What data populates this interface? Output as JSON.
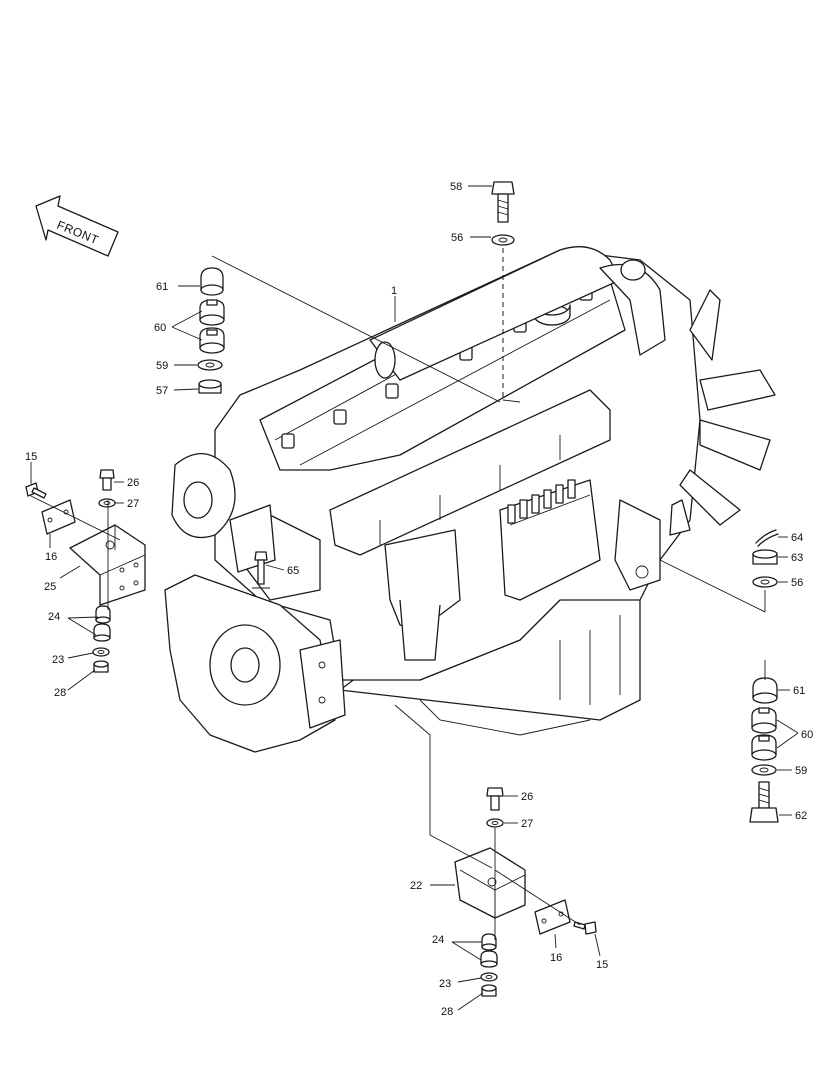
{
  "orientation": {
    "label": "FRONT"
  },
  "callouts": [
    {
      "id": "c58",
      "text": "58"
    },
    {
      "id": "c56-top",
      "text": "56"
    },
    {
      "id": "c61-top",
      "text": "61"
    },
    {
      "id": "c1",
      "text": "1"
    },
    {
      "id": "c60-top",
      "text": "60"
    },
    {
      "id": "c59-top",
      "text": "59"
    },
    {
      "id": "c57",
      "text": "57"
    },
    {
      "id": "c15-left",
      "text": "15"
    },
    {
      "id": "c26-left",
      "text": "26"
    },
    {
      "id": "c27-left",
      "text": "27"
    },
    {
      "id": "c16-left",
      "text": "16"
    },
    {
      "id": "c25",
      "text": "25"
    },
    {
      "id": "c24-left",
      "text": "24"
    },
    {
      "id": "c23-left",
      "text": "23"
    },
    {
      "id": "c28-left",
      "text": "28"
    },
    {
      "id": "c65",
      "text": "65"
    },
    {
      "id": "c64",
      "text": "64"
    },
    {
      "id": "c63",
      "text": "63"
    },
    {
      "id": "c56-right",
      "text": "56"
    },
    {
      "id": "c61-right",
      "text": "61"
    },
    {
      "id": "c60-right",
      "text": "60"
    },
    {
      "id": "c59-right",
      "text": "59"
    },
    {
      "id": "c62",
      "text": "62"
    },
    {
      "id": "c26-bottom",
      "text": "26"
    },
    {
      "id": "c27-bottom",
      "text": "27"
    },
    {
      "id": "c22",
      "text": "22"
    },
    {
      "id": "c16-bottom",
      "text": "16"
    },
    {
      "id": "c15-bottom",
      "text": "15"
    },
    {
      "id": "c24-bottom",
      "text": "24"
    },
    {
      "id": "c23-bottom",
      "text": "23"
    },
    {
      "id": "c28-bottom",
      "text": "28"
    }
  ]
}
